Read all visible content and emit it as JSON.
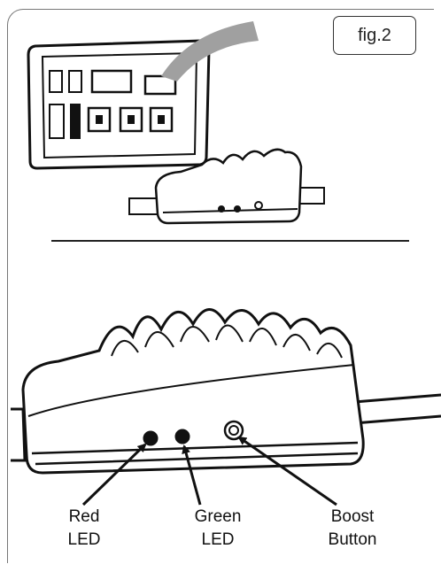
{
  "figure": {
    "label": "fig.2",
    "callouts": {
      "red_led": {
        "line1": "Red",
        "line2": "LED"
      },
      "green_led": {
        "line1": "Green",
        "line2": "LED"
      },
      "boost_button": {
        "line1": "Boost",
        "line2": "Button"
      }
    }
  },
  "colors": {
    "ink": "#111111",
    "frame": "#777777",
    "arrow": "#a0a0a0"
  }
}
